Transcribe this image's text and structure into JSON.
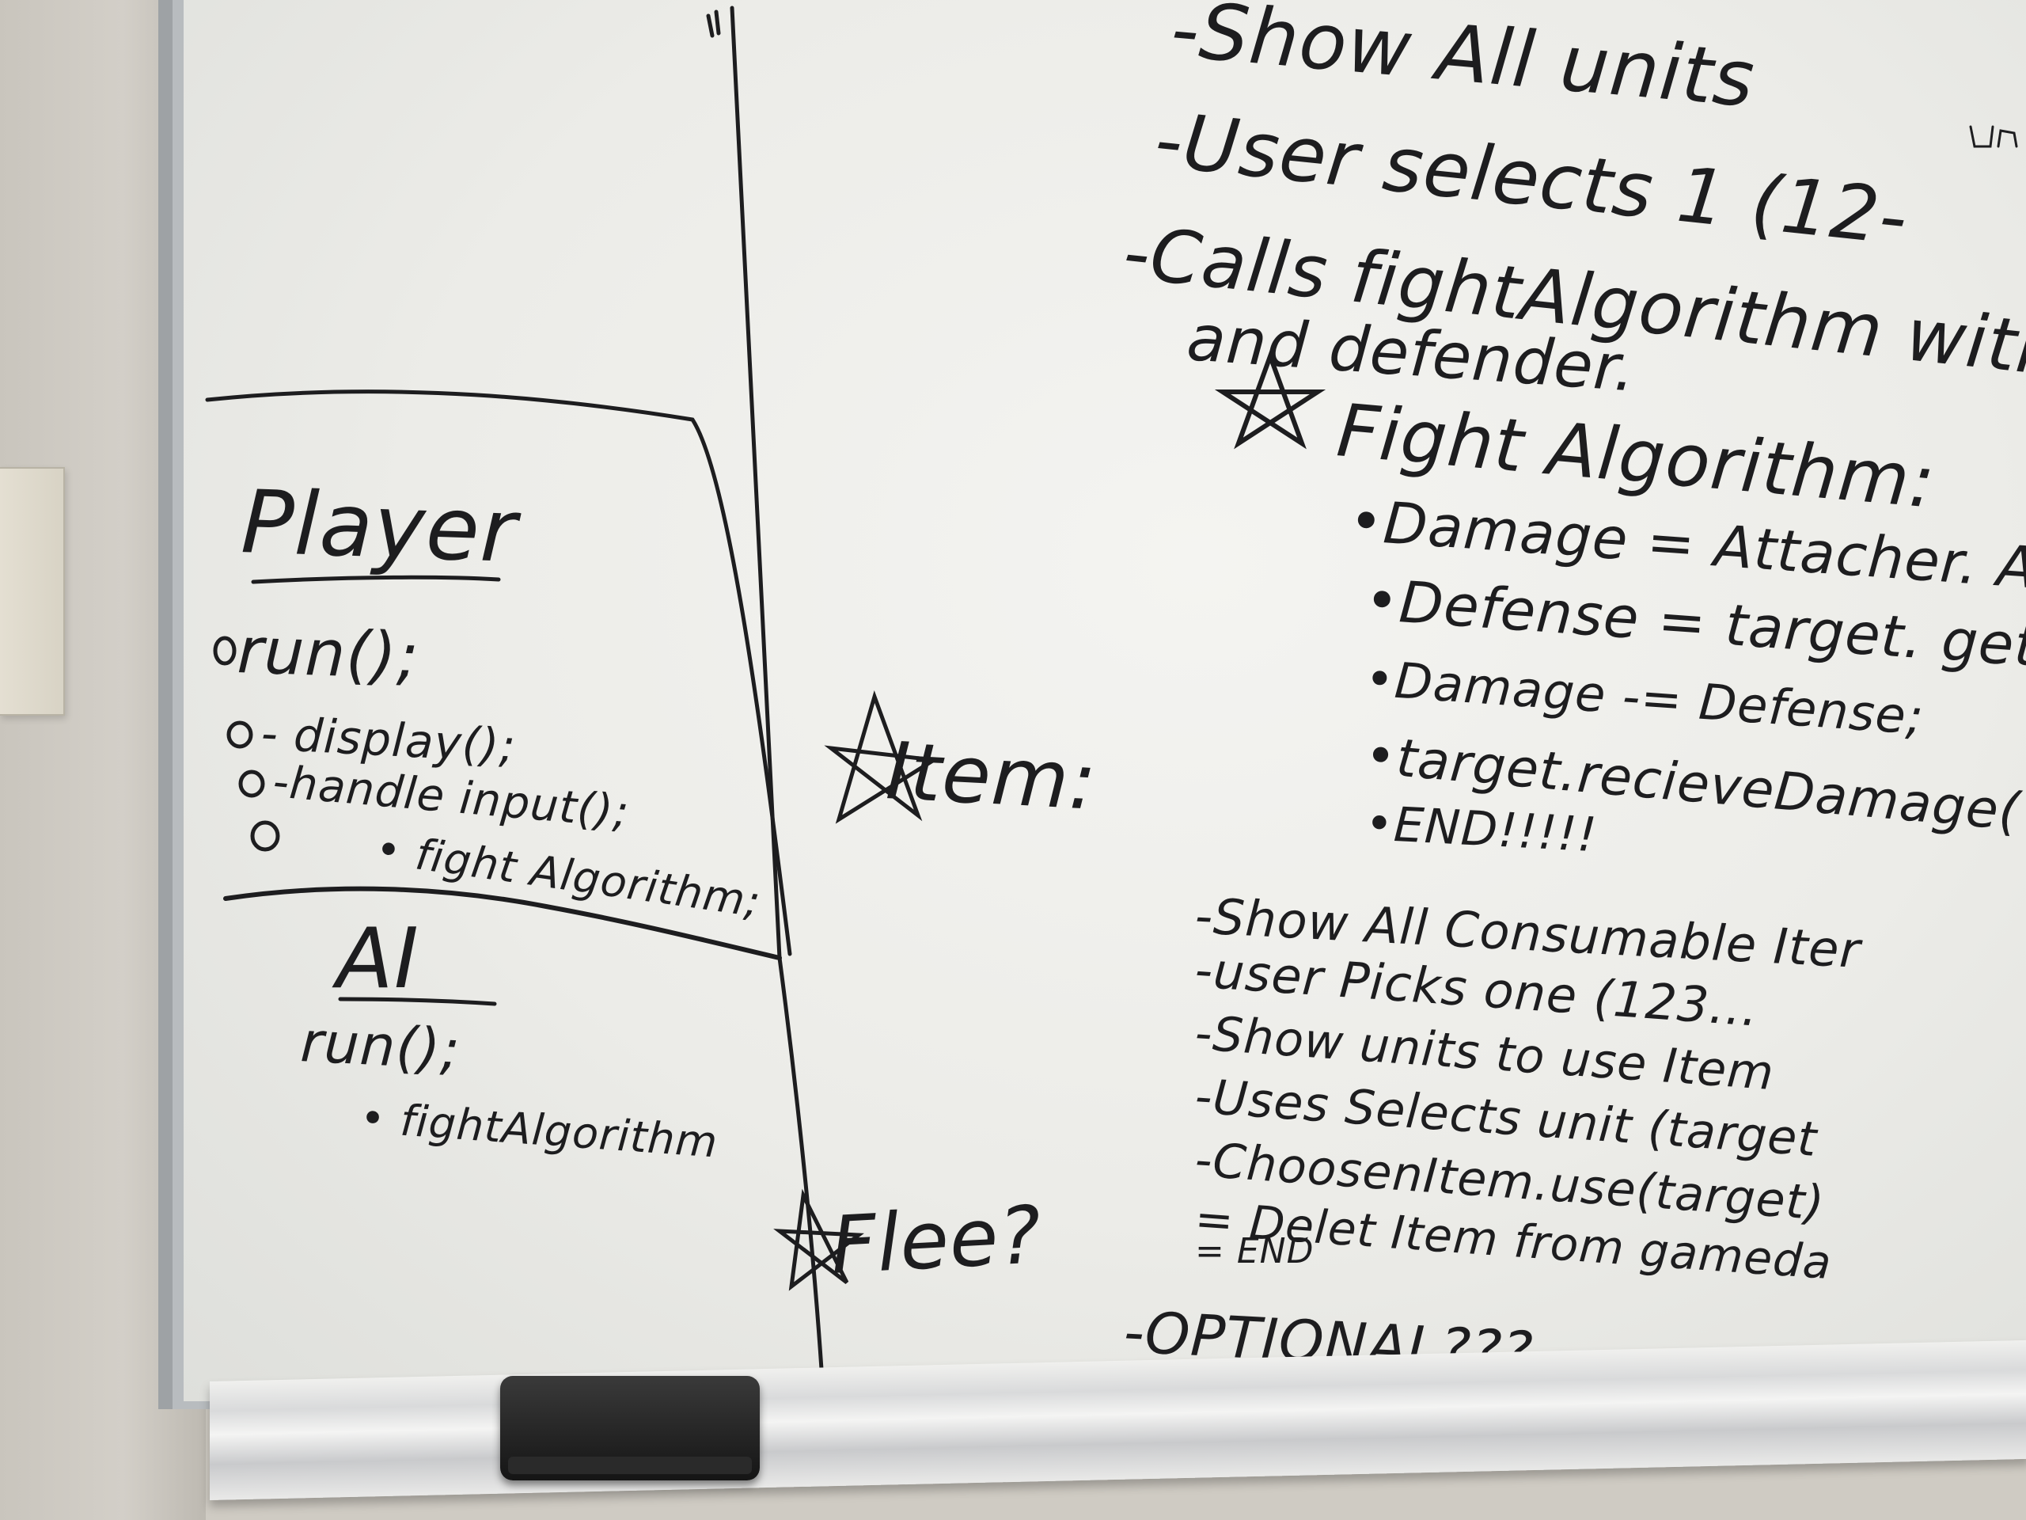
{
  "board": {
    "player_box": {
      "heading": "Player",
      "lines": [
        "run();",
        "- display();",
        "-handle input();",
        "• fight Algorithm;"
      ]
    },
    "ai_box": {
      "heading": "AI",
      "lines": [
        "run();",
        "• fightAlgorithm"
      ]
    },
    "attack_list": {
      "items": [
        "-Show All units",
        "-User selects 1 (12-",
        "-Calls fightAlgorithm with",
        "and defender."
      ],
      "sub_heading": "Fight Algorithm:",
      "steps": [
        "•Damage = Attacher. Atta",
        "•Defense = target. get",
        "•Damage -= Defense;",
        "•target.recieveDamage(",
        "•END!!!!!"
      ]
    },
    "item_section": {
      "heading": "Item:",
      "steps": [
        "-Show All Consumable Iter",
        "-user Picks one (123...",
        "-Show units to use Item",
        "-Uses Selects unit (target",
        "-ChoosenItem.use(target)",
        "= Delet Item from gameda",
        "= END"
      ]
    },
    "flee_section": {
      "heading": "Flee?",
      "note": "-OPTIONAL???"
    },
    "ink_color": "#1d1d1f"
  }
}
